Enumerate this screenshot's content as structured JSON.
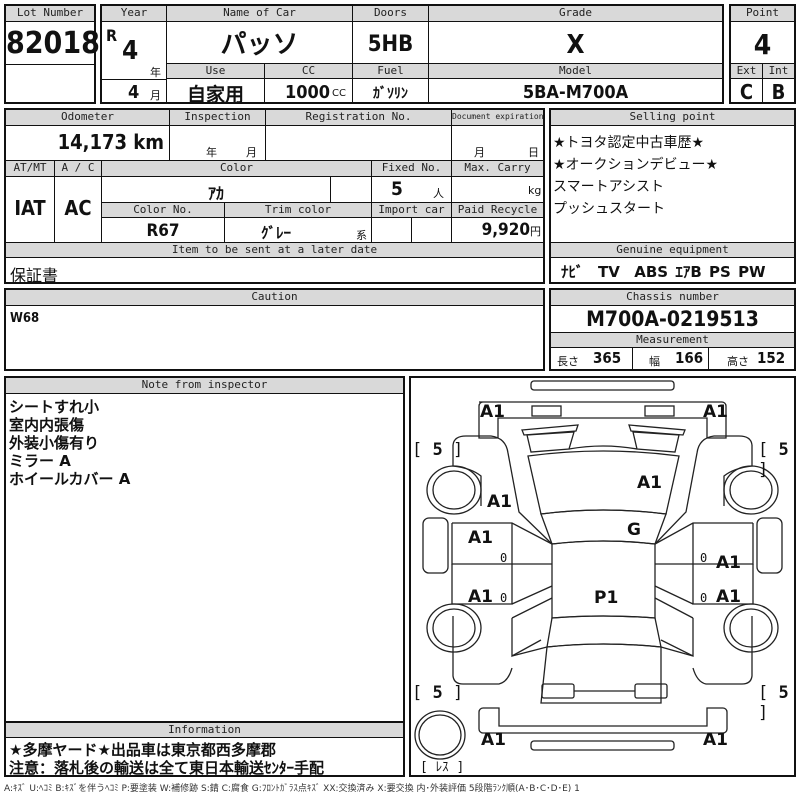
{
  "header": {
    "lot_number": {
      "label": "Lot Number",
      "value": "82018"
    },
    "year": {
      "label": "Year",
      "era": "R",
      "year": "4",
      "year_unit": "年",
      "month": "4",
      "month_unit": "月"
    },
    "name_of_car": {
      "label": "Name of Car",
      "value": "パッソ"
    },
    "doors": {
      "label": "Doors",
      "value": "5HB"
    },
    "grade": {
      "label": "Grade",
      "value": "X"
    },
    "point": {
      "label": "Point",
      "value": "4"
    },
    "use": {
      "label": "Use",
      "value": "自家用"
    },
    "cc": {
      "label": "CC",
      "value": "1000",
      "unit": "CC"
    },
    "fuel": {
      "label": "Fuel",
      "value": "ｶﾞｿﾘﾝ"
    },
    "model": {
      "label": "Model",
      "value": "5BA-M700A"
    },
    "ext": {
      "label": "Ext",
      "value": "C"
    },
    "int": {
      "label": "Int",
      "value": "B"
    }
  },
  "details": {
    "odometer": {
      "label": "Odometer",
      "value": "14,173",
      "unit": "km"
    },
    "inspection": {
      "label": "Inspection",
      "year_unit": "年",
      "month_unit": "月"
    },
    "registration_no": {
      "label": "Registration No.",
      "value": ""
    },
    "document_expiration": {
      "label": "Document expiration",
      "month_unit": "月",
      "day_unit": "日"
    },
    "at_mt": {
      "label": "AT/MT",
      "value": "IAT"
    },
    "ac": {
      "label": "A / C",
      "value": "AC"
    },
    "color": {
      "label": "Color",
      "value": "ｱｶ"
    },
    "fixed_no": {
      "label": "Fixed No.",
      "value": "5",
      "unit": "人"
    },
    "max_carry": {
      "label": "Max. Carry",
      "value": "",
      "unit": "kg"
    },
    "color_no": {
      "label": "Color No.",
      "value": "R67"
    },
    "trim_color": {
      "label": "Trim color",
      "value": "ｸﾞﾚｰ",
      "suffix": "系"
    },
    "import_car": {
      "label": "Import car",
      "value": ""
    },
    "paid_recycle": {
      "label": "Paid Recycle",
      "value": "9,920",
      "unit": "円"
    },
    "later_items": {
      "label": "Item to be sent at a later date",
      "value": "保証書"
    }
  },
  "selling_point": {
    "label": "Selling point",
    "lines": [
      "★トヨタ認定中古車歴★",
      "★オークションデビュー★",
      "スマートアシスト",
      "プッシュスタート"
    ]
  },
  "genuine_equipment": {
    "label": "Genuine equipment",
    "items": [
      "ﾅﾋﾞ",
      "TV",
      "ABS",
      "ｴｱB",
      "PS",
      "PW"
    ]
  },
  "caution": {
    "label": "Caution",
    "value": "W68"
  },
  "chassis": {
    "label": "Chassis number",
    "value": "M700A-0219513",
    "measurement_label": "Measurement",
    "length_label": "長さ",
    "length": "365",
    "width_label": "幅",
    "width": "166",
    "height_label": "高さ",
    "height": "152"
  },
  "inspector_note": {
    "label": "Note from inspector",
    "lines": [
      "シートすれ小",
      "室内内張傷",
      "外装小傷有り",
      "ミラー A",
      "ホイールカバー A"
    ]
  },
  "information": {
    "label": "Information",
    "lines": [
      "★多摩ヤード★出品車は東京都西多摩郡",
      "注意：落札後の輸送は全て東日本輸送ｾﾝﾀｰ手配"
    ]
  },
  "diagram": {
    "marks": {
      "front_bumper_left": "A1",
      "front_bumper_right": "A1",
      "hood": "A1",
      "front_fender_left": "A1",
      "windshield": "G",
      "front_door_left": "A1",
      "front_door_right": "A1",
      "roof": "P1",
      "rear_door_left": "A1",
      "rear_door_right": "A1",
      "rear_bumper_left": "A1",
      "rear_bumper_right": "A1"
    },
    "door_zeros": [
      "0",
      "0",
      "0",
      "0"
    ],
    "tire_tread": {
      "front_left": "5",
      "front_right": "5",
      "rear_left": "5",
      "rear_right": "5",
      "spare": "ﾚｽ"
    }
  },
  "legend": "A:ｷｽﾞ  U:ﾍｺﾐ  B:ｷｽﾞを伴うﾍｺﾐ  P:要塗装  W:補修跡  S:錆  C:腐食  G:ﾌﾛﾝﾄｶﾞﾗｽ点ｷｽﾞ  XX:交換済み  X:要交換   内･外装評価  5段階ﾗﾝｸ順(A･B･C･D･E) 1"
}
